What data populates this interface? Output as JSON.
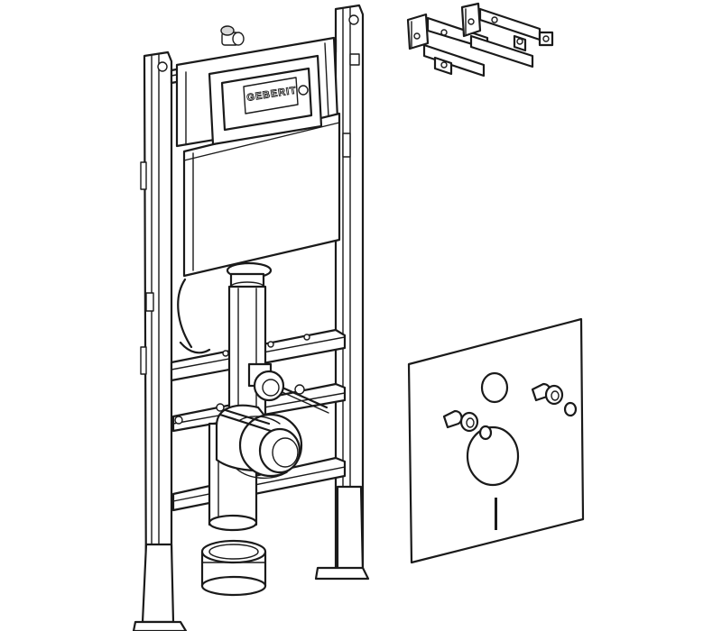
{
  "diagram": {
    "brand_mark": "GEBERIT",
    "components": [
      "installation-frame",
      "concealed-cistern",
      "actuator-opening",
      "flush-pipe",
      "drain-elbow",
      "pipe-connector",
      "fixing-bolts",
      "wall-brackets",
      "sound-insulation-plate"
    ]
  }
}
